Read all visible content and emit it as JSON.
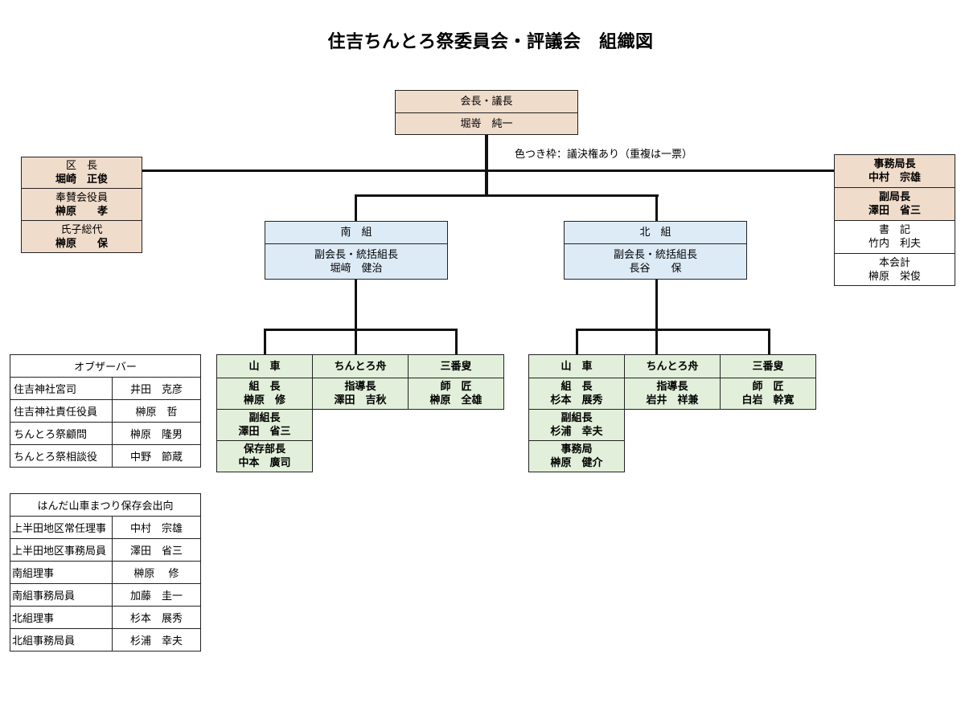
{
  "title": "住吉ちんとろ祭委員会・評議会　組織図",
  "note": "色つき枠：議決権あり（重複は一票）",
  "top": {
    "role": "会長・議長",
    "name": "堀嵜　純一"
  },
  "left_group": [
    {
      "role": "区　長",
      "name": "堀崎　正俊"
    },
    {
      "role": "奉賛会役員",
      "name": "榊原　　孝"
    },
    {
      "role": "氏子総代",
      "name": "榊原　　保"
    }
  ],
  "right_group": [
    {
      "role": "事務局長",
      "name": "中村　宗雄",
      "voting": true
    },
    {
      "role": "副局長",
      "name": "澤田　省三",
      "voting": true
    },
    {
      "role": "書　記",
      "name": "竹内　利夫",
      "voting": false
    },
    {
      "role": "本会計",
      "name": "榊原　栄俊",
      "voting": false
    }
  ],
  "south": {
    "header": "南　組",
    "role": "副会長・統括組長",
    "name": "堀﨑　健治",
    "units": [
      {
        "header": "山　車",
        "members": [
          {
            "role": "組　長",
            "name": "榊原　修"
          },
          {
            "role": "副組長",
            "name": "澤田　省三"
          },
          {
            "role": "保存部長",
            "name": "中本　廣司"
          }
        ]
      },
      {
        "header": "ちんとろ舟",
        "members": [
          {
            "role": "指導長",
            "name": "澤田　吉秋"
          }
        ]
      },
      {
        "header": "三番叟",
        "members": [
          {
            "role": "師　匠",
            "name": "榊原　全雄"
          }
        ]
      }
    ]
  },
  "north": {
    "header": "北　組",
    "role": "副会長・統括組長",
    "name": "長谷　　保",
    "units": [
      {
        "header": "山　車",
        "members": [
          {
            "role": "組　長",
            "name": "杉本　展秀"
          },
          {
            "role": "副組長",
            "name": "杉浦　幸夫"
          },
          {
            "role": "事務局",
            "name": "榊原　健介"
          }
        ]
      },
      {
        "header": "ちんとろ舟",
        "members": [
          {
            "role": "指導長",
            "name": "岩井　祥兼"
          }
        ]
      },
      {
        "header": "三番叟",
        "members": [
          {
            "role": "師　匠",
            "name": "白岩　幹寛"
          }
        ]
      }
    ]
  },
  "observers": {
    "header": "オブザーバー",
    "rows": [
      {
        "title": "住吉神社宮司",
        "name": "井田　克彦"
      },
      {
        "title": "住吉神社責任役員",
        "name": "榊原　哲"
      },
      {
        "title": "ちんとろ祭顧問",
        "name": "榊原　隆男"
      },
      {
        "title": "ちんとろ祭相談役",
        "name": "中野　節蔵"
      }
    ]
  },
  "handa": {
    "header": "はんだ山車まつり保存会出向",
    "rows": [
      {
        "title": "上半田地区常任理事",
        "name": "中村　宗雄"
      },
      {
        "title": "上半田地区事務局員",
        "name": "澤田　省三"
      },
      {
        "title": "南組理事",
        "name": "榊原　 修"
      },
      {
        "title": "南組事務局員",
        "name": "加藤　圭一"
      },
      {
        "title": "北組理事",
        "name": "杉本　展秀"
      },
      {
        "title": "北組事務局員",
        "name": "杉浦　幸夫"
      }
    ]
  },
  "colors": {
    "voting_top": "#f0dccb",
    "group": "#ddebf7",
    "unit": "#e2efda",
    "line": "#111111"
  }
}
